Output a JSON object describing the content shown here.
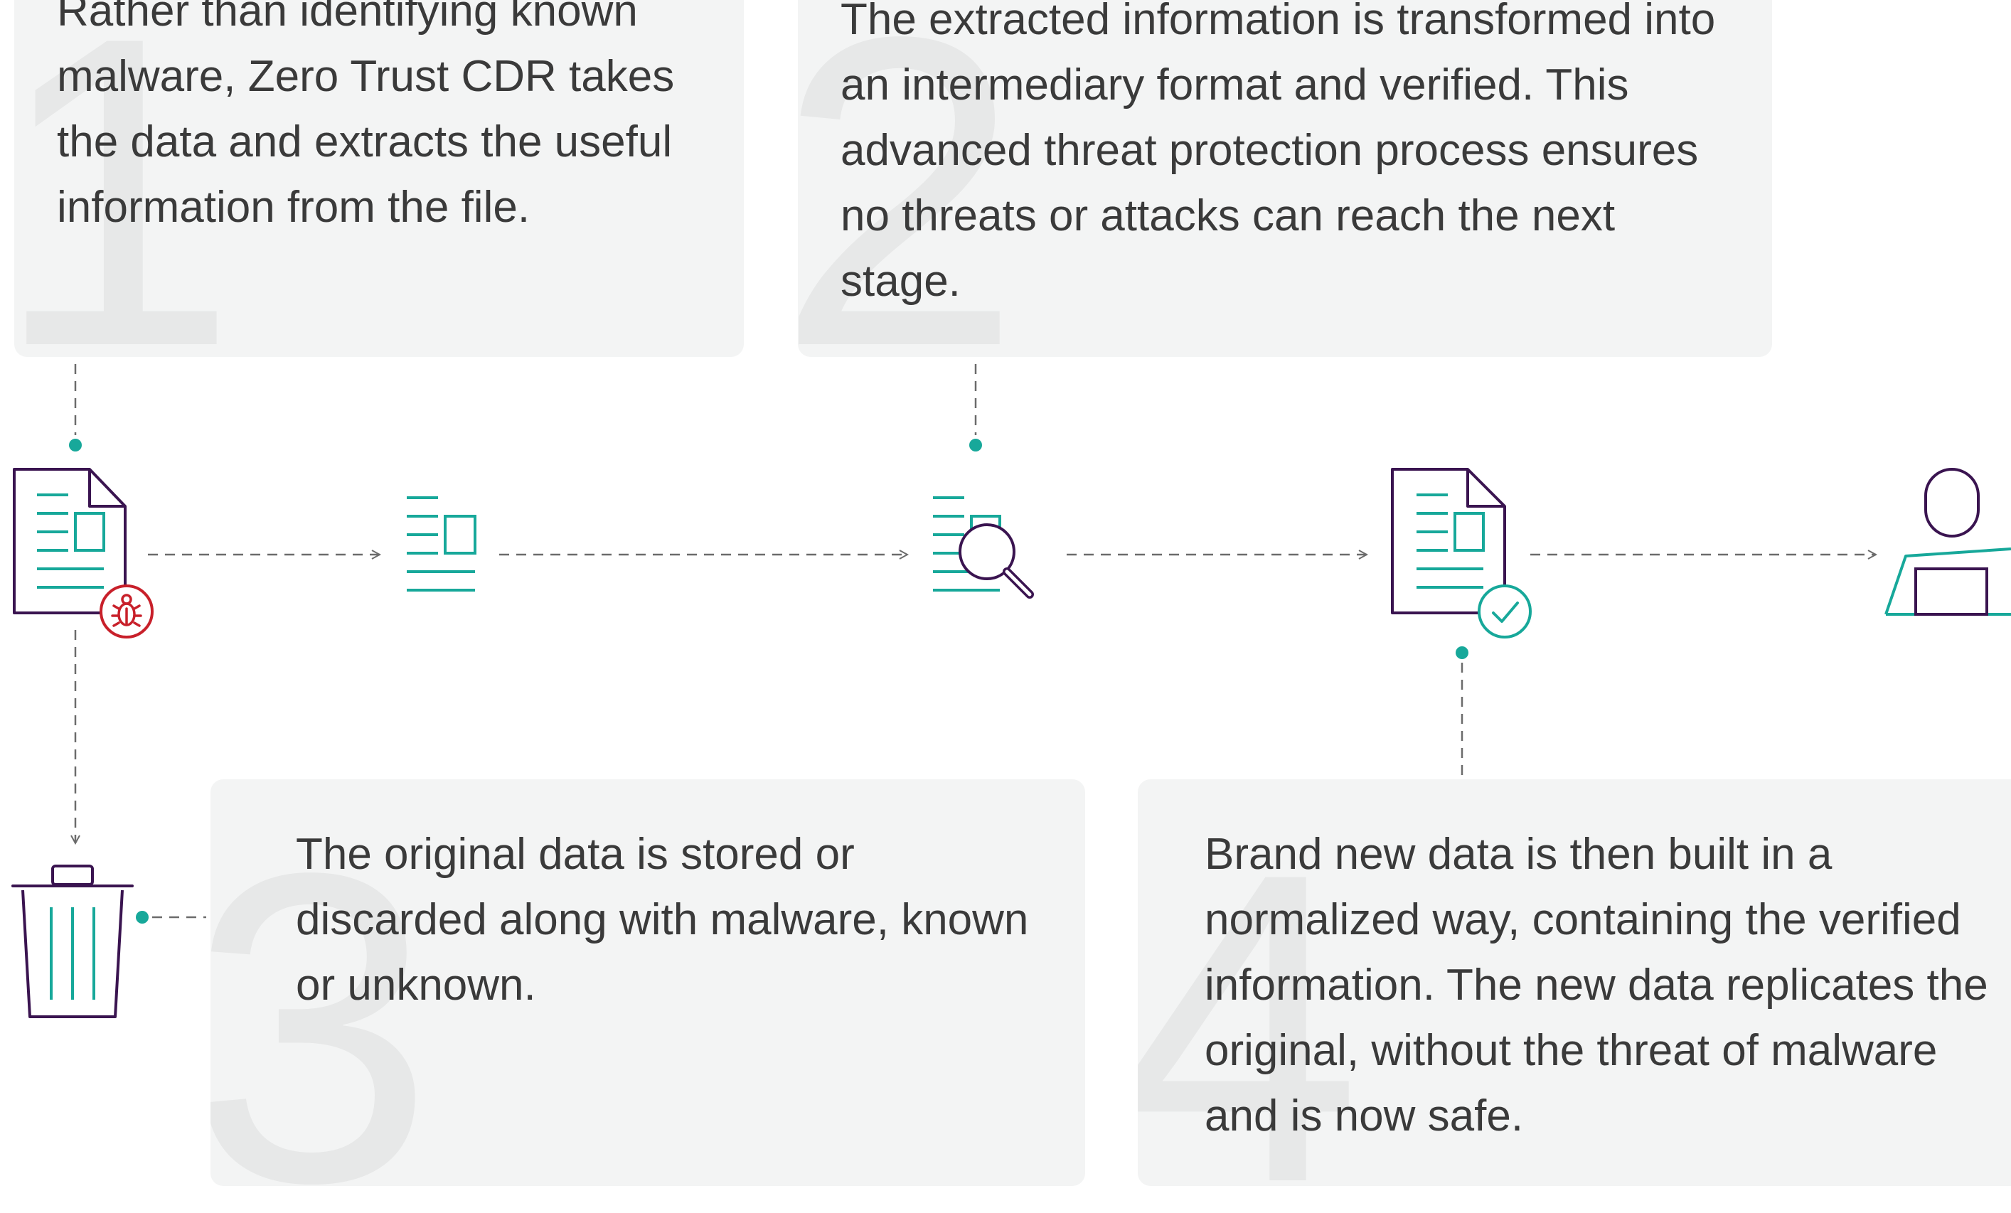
{
  "steps": [
    {
      "number": "1",
      "text": "Rather than identifying known malware, Zero Trust CDR takes the data and extracts the useful information from the file."
    },
    {
      "number": "2",
      "text": "The extracted information is transformed into an intermediary format and verified. This advanced threat protection process ensures no threats or attacks can reach the next stage."
    },
    {
      "number": "3",
      "text": "The original data is stored or discarded along with malware, known or unknown."
    },
    {
      "number": "4",
      "text": "Brand new data is then built in a normalized way, containing the verified information. The new data replicates the original, without the threat of malware and is now safe."
    }
  ],
  "icons": [
    "infected-document-icon",
    "extracted-content-icon",
    "inspect-content-icon",
    "verified-document-icon",
    "user-laptop-icon",
    "trash-bin-icon"
  ],
  "colors": {
    "card_bg": "#f3f4f4",
    "number_watermark": "#e7e8e8",
    "text": "#3a3a3a",
    "outline_purple": "#3a1450",
    "accent_teal": "#17a89a",
    "alert_red": "#c8202a",
    "connector_gray": "#6b6b6b"
  }
}
